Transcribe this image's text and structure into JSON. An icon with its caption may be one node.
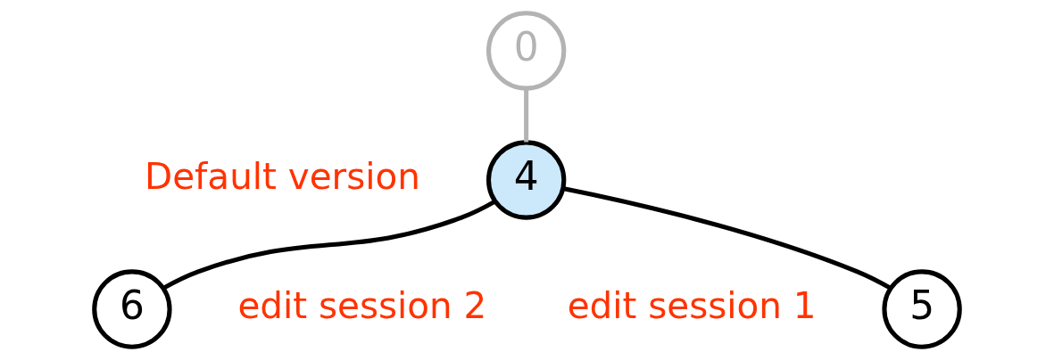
{
  "diagram": {
    "nodes": [
      {
        "text": [
          "0"
        ]
      },
      {
        "text": [
          "4"
        ],
        "beside": [
          "Default version"
        ]
      },
      {
        "text": [
          "5"
        ],
        "beside": [
          "edit session 1"
        ]
      },
      {
        "text": [
          "6"
        ],
        "beside": [
          "edit session 2"
        ]
      }
    ],
    "edges": [
      {
        "from": 0,
        "to": 1,
        "arrow": "none",
        "color": "#b3b3b3"
      },
      {
        "from": 1,
        "to": 2,
        "arrow": "none"
      },
      {
        "from": 1,
        "to": 3,
        "arrow": "none"
      }
    ]
  }
}
